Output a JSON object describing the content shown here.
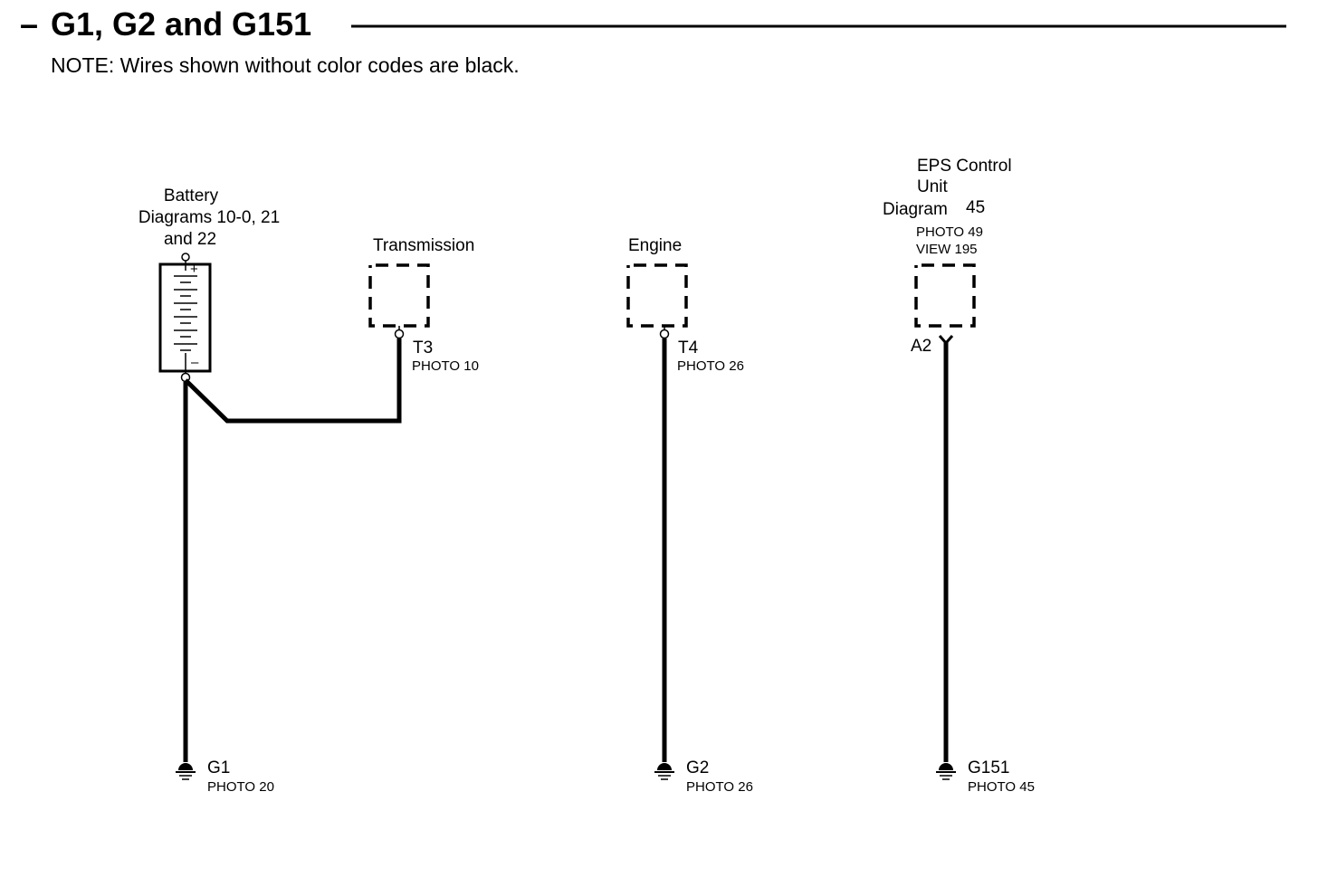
{
  "header": {
    "dash": "–",
    "title": "G1, G2 and G151",
    "note": "NOTE: Wires shown without color codes are black."
  },
  "battery": {
    "line1": "Battery",
    "line2": "Diagrams 10-0, 21",
    "line3": "and 22",
    "plus": "+",
    "minus": "–"
  },
  "transmission": {
    "label": "Transmission",
    "pin": "T3",
    "photo": "PHOTO 10"
  },
  "engine": {
    "label": "Engine",
    "pin": "T4",
    "photo": "PHOTO 26"
  },
  "eps": {
    "line1": "EPS Control",
    "line2": "Unit",
    "diagram_word": "Diagram",
    "diagram_num": "45",
    "photo": "PHOTO 49",
    "view": "VIEW 195",
    "pin": "A2"
  },
  "grounds": [
    {
      "name": "G1",
      "photo": "PHOTO 20"
    },
    {
      "name": "G2",
      "photo": "PHOTO 26"
    },
    {
      "name": "G151",
      "photo": "PHOTO 45"
    }
  ],
  "colors": {
    "ink": "#000000",
    "background": "#ffffff"
  }
}
